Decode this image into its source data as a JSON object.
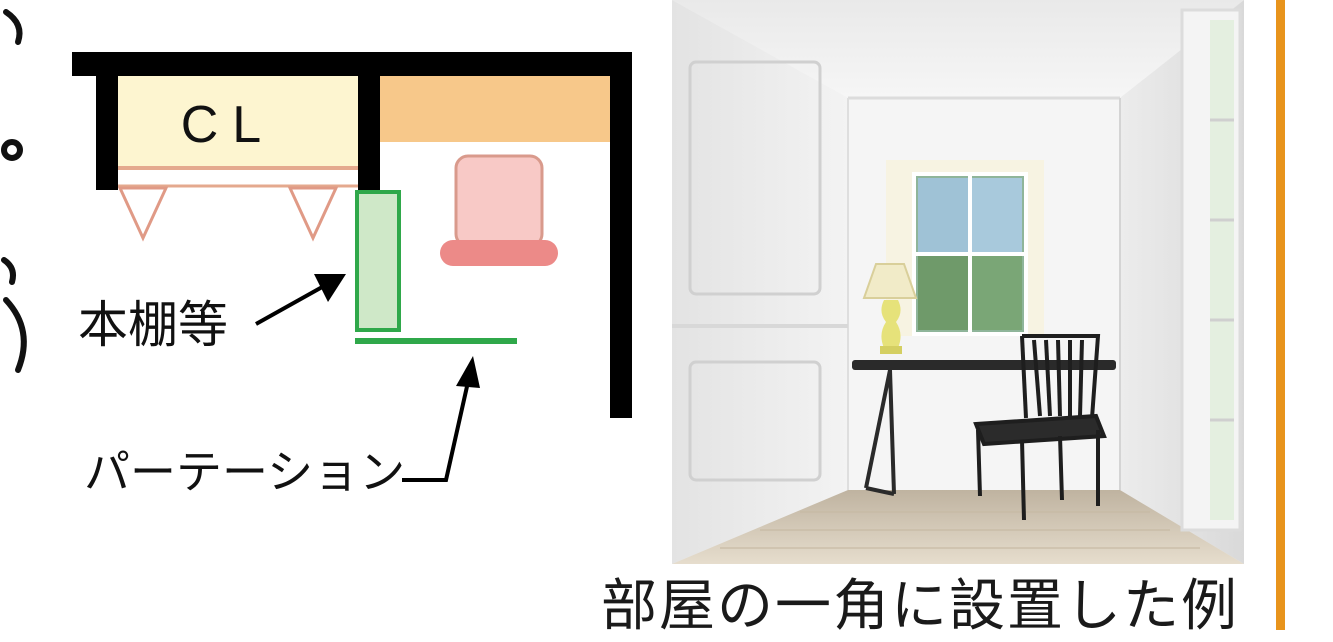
{
  "plan": {
    "closet_label": "CL",
    "bookshelf_label": "本棚等",
    "partition_label": "パーテーション"
  },
  "photo": {
    "caption": "部屋の一角に設置した例"
  },
  "colors": {
    "wall": "#000000",
    "closet_fill": "#fdf5d0",
    "counter_fill": "#f7c88a",
    "chair_fill": "#f8c9c6",
    "chair_base": "#ec8a88",
    "shelf_fill": "#cfe8c8",
    "partition": "#2fa84a",
    "accent_rule": "#e8941c"
  }
}
